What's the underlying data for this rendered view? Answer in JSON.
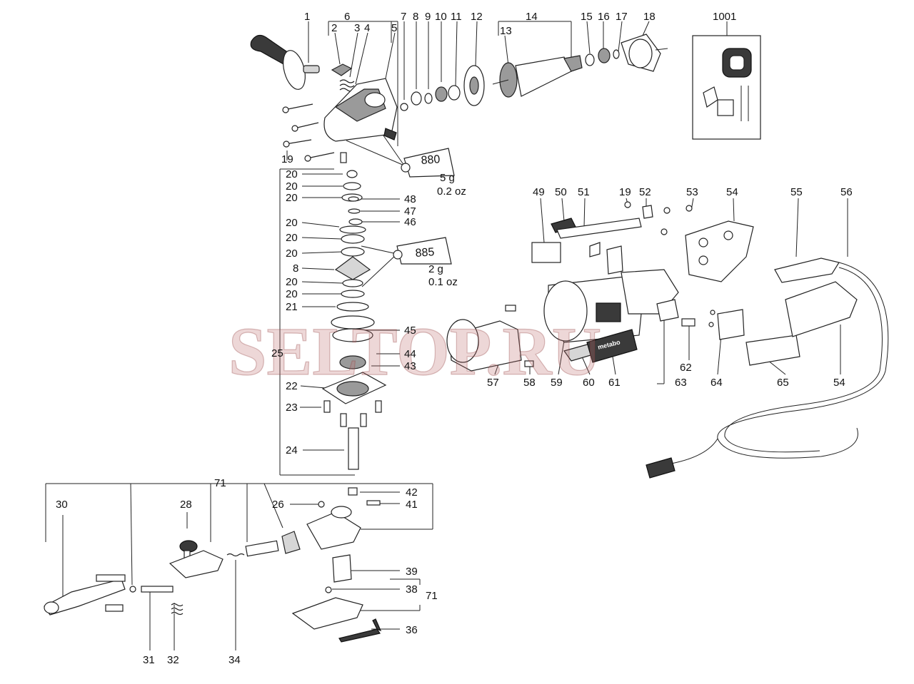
{
  "labels": {
    "l1": "1",
    "l2": "2",
    "l3": "3",
    "l4": "4",
    "l5": "5",
    "l6": "6",
    "l7": "7",
    "l8a": "8",
    "l9": "9",
    "l10": "10",
    "l11": "11",
    "l12": "12",
    "l13": "13",
    "l14": "14",
    "l15": "15",
    "l16": "16",
    "l17": "17",
    "l18": "18",
    "l1001": "1001",
    "l19a": "19",
    "l19b": "19",
    "l20a": "20",
    "l20b": "20",
    "l20c": "20",
    "l20d": "20",
    "l20e": "20",
    "l20f": "20",
    "l20g": "20",
    "l20h": "20",
    "l8b": "8",
    "l21": "21",
    "l22": "22",
    "l23": "23",
    "l24": "24",
    "l25": "25",
    "l26": "26",
    "l28": "28",
    "l30": "30",
    "l31": "31",
    "l32": "32",
    "l34": "34",
    "l36": "36",
    "l38": "38",
    "l39": "39",
    "l41": "41",
    "l42": "42",
    "l43": "43",
    "l44": "44",
    "l45": "45",
    "l46": "46",
    "l47": "47",
    "l48": "48",
    "l49": "49",
    "l50": "50",
    "l51": "51",
    "l52": "52",
    "l53": "53",
    "l54a": "54",
    "l54b": "54",
    "l55": "55",
    "l56": "56",
    "l57": "57",
    "l58": "58",
    "l59": "59",
    "l60": "60",
    "l61": "61",
    "l62": "62",
    "l63": "63",
    "l64": "64",
    "l65": "65",
    "l71a": "71",
    "l71b": "71"
  },
  "grease": {
    "tube1_code": "880",
    "tube1_weight": "5 g",
    "tube1_oz": "0.2 oz",
    "tube2_code": "885",
    "tube2_weight": "2 g",
    "tube2_oz": "0.1 oz"
  },
  "brand_label": "metabo",
  "watermark": "SELTOP.RU"
}
